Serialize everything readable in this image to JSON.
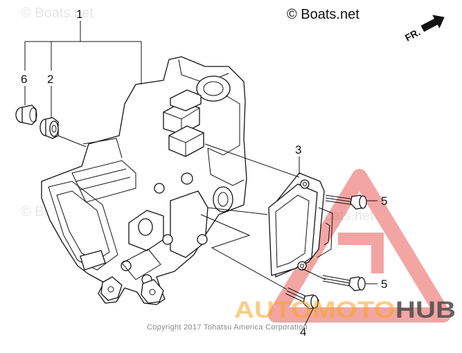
{
  "watermarks": {
    "brand": "© Boats.net",
    "faint": "© Boats.net"
  },
  "direction": {
    "label": "FR."
  },
  "callouts": {
    "p1": "1",
    "p2": "2",
    "p3": "3",
    "p4": "4",
    "p5a": "5",
    "p5b": "5",
    "p6": "6"
  },
  "copyright": "Copyright 2017 Tohatsu America Corporation",
  "logo": {
    "text": "AUTOMOTOHUB",
    "color_orange": "#f5a623",
    "color_grey": "#4a4a4a",
    "color_red": "#e53935"
  }
}
